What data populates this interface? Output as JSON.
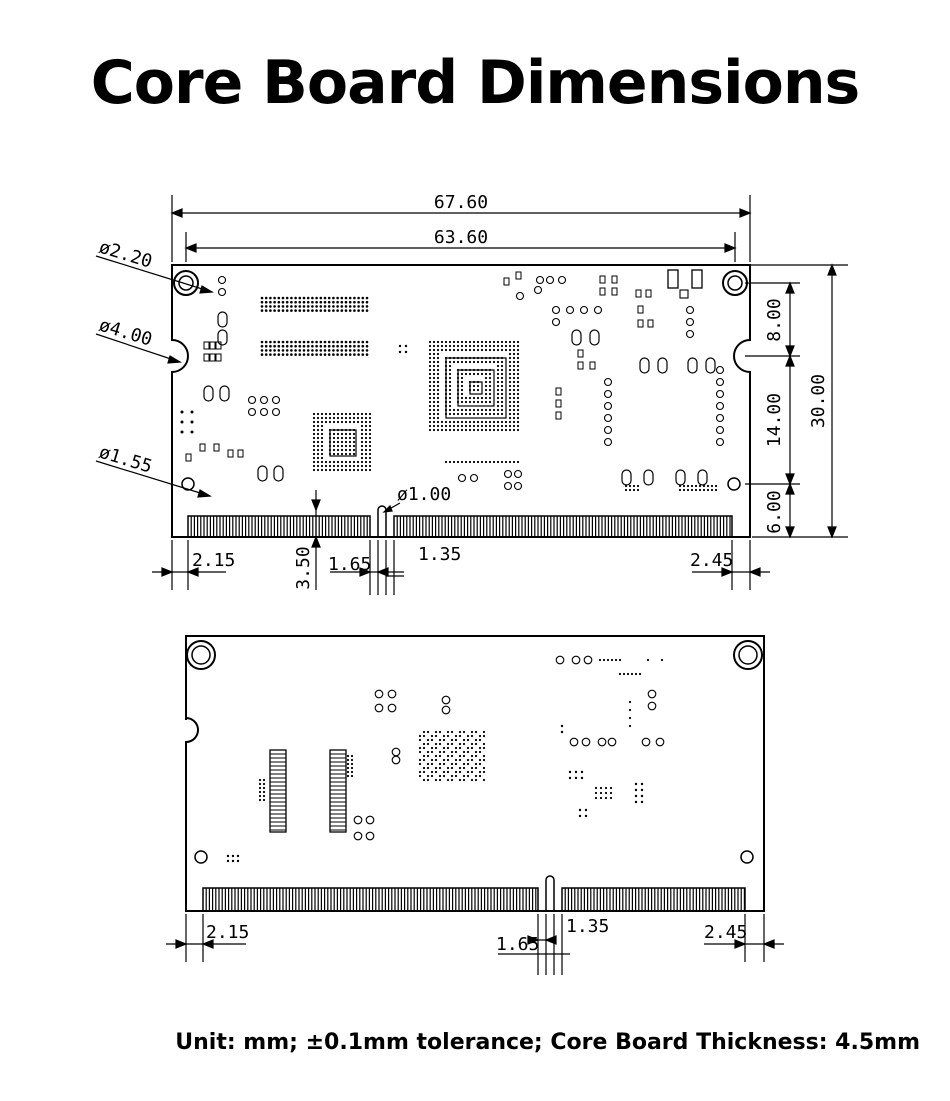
{
  "title": "Core Board Dimensions",
  "front": {
    "width_overall": "67.60",
    "width_holes": "63.60",
    "hole_dia_small": "ø2.20",
    "notch_dia": "ø4.00",
    "small_hole_dia": "ø1.55",
    "key_dia": "ø1.00",
    "edge_left": "2.15",
    "edge_right": "2.45",
    "contact_height": "3.50",
    "key_left": "1.65",
    "key_right": "1.35",
    "height_top": "8.00",
    "height_mid": "14.00",
    "height_bottom": "6.00",
    "height_total": "30.00"
  },
  "back": {
    "edge_left": "2.15",
    "edge_right": "2.45",
    "key_left": "1.65",
    "key_right": "1.35"
  },
  "note": "Unit: mm; ±0.1mm tolerance; Core Board Thickness: 4.5mm",
  "colors": {
    "ink": "#000000",
    "background": "#ffffff"
  }
}
